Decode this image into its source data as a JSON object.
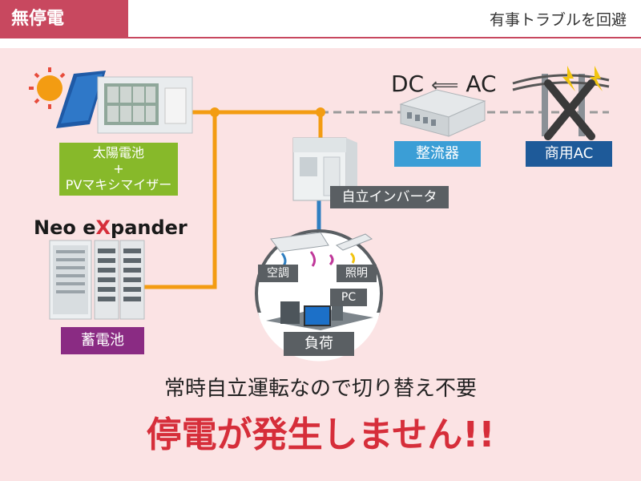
{
  "header": {
    "title": "無停電",
    "subtitle": "有事トラブルを回避"
  },
  "labels": {
    "solar": [
      "太陽電池",
      "+",
      "PVマキシマイザー"
    ],
    "rectifier": "整流器",
    "commercial_ac": "商用AC",
    "dc_ac": "DC⟸AC",
    "dc": "DC",
    "ac": "AC",
    "inverter": "自立インバータ",
    "battery": "蓄電池",
    "brand": "Neo eXpander",
    "brand_neo": "Neo",
    "brand_e": "e",
    "brand_x": "X",
    "brand_pander": "pander",
    "aircon": "空調",
    "lighting": "照明",
    "pc": "PC",
    "load": "負荷"
  },
  "message": {
    "line1": "常時自立運転なので切り替え不要",
    "headline": "停電が発生しません!!"
  },
  "colors": {
    "accent": "#c8485f",
    "panel_bg": "#fbe3e4",
    "wire_orange": "#f39c12",
    "wire_blue": "#2f7fc1",
    "wire_gray": "#999999",
    "red_text": "#d62e3a"
  }
}
